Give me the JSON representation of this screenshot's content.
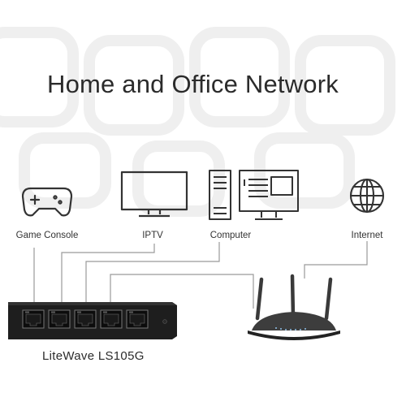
{
  "title": "Home and Office Network",
  "devices": [
    {
      "id": "game_console",
      "label": "Game Console",
      "icon": "gamepad-icon"
    },
    {
      "id": "iptv",
      "label": "IPTV",
      "icon": "tv-icon"
    },
    {
      "id": "computer",
      "label": "Computer",
      "icon": "desktop-computer-icon"
    },
    {
      "id": "internet",
      "label": "Internet",
      "icon": "globe-icon"
    }
  ],
  "switch": {
    "label": "LiteWave LS105G",
    "icon": "network-switch-icon",
    "port_count": 5
  },
  "router": {
    "icon": "wifi-router-icon"
  },
  "colors": {
    "text": "#2b2b2b",
    "line": "#9a9a9a",
    "icon_stroke": "#333333",
    "switch_body": "#1e1e1e",
    "router_body": "#444444",
    "background_pattern": "#eeeeee"
  }
}
